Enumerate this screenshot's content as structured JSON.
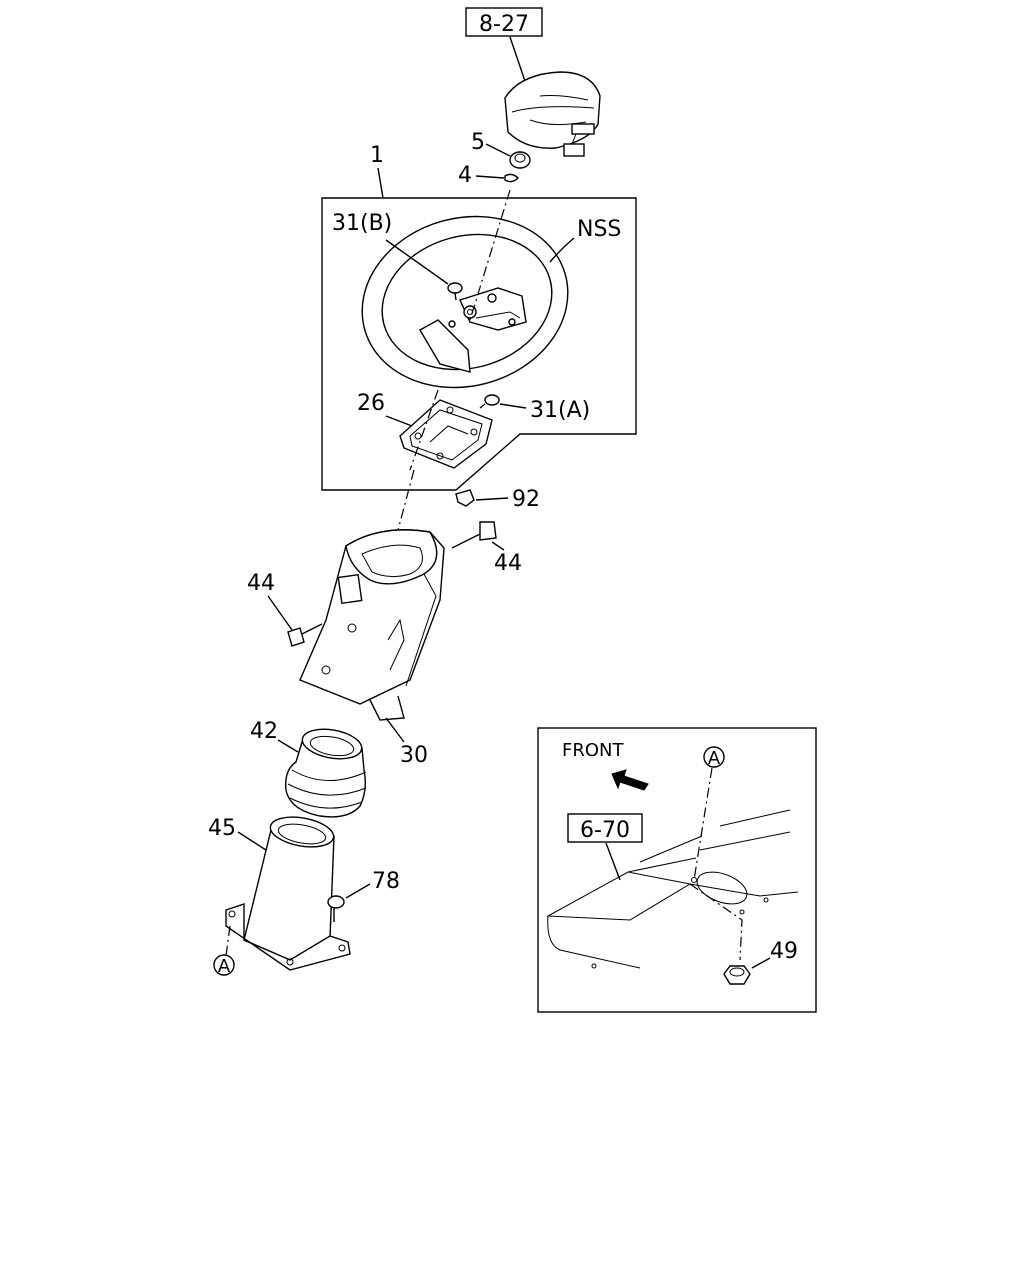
{
  "refs": {
    "top": "8-27",
    "inset": "6-70"
  },
  "labels": {
    "p5": "5",
    "p4": "4",
    "p1": "1",
    "p31b": "31(B)",
    "nss": "NSS",
    "p26": "26",
    "p31a": "31(A)",
    "p92": "92",
    "p44_right": "44",
    "p44_left": "44",
    "p42": "42",
    "p30": "30",
    "p45": "45",
    "p78": "78",
    "p49": "49",
    "front": "FRONT",
    "marker_a": "A"
  }
}
